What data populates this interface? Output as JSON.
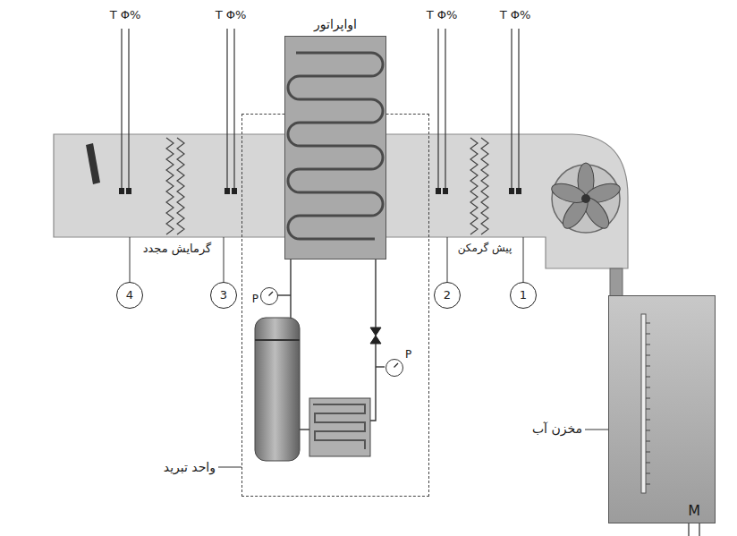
{
  "diagram": {
    "nodes": [
      {
        "text": [
          "واحد تبرید"
        ]
      },
      {
        "text": [
          "اواپراتور"
        ]
      },
      {
        "text": [
          "P"
        ],
        "in": 0
      },
      {
        "text": [
          "P"
        ],
        "in": 0
      },
      {
        "text": [
          "مخزن آب",
          "M"
        ]
      },
      {
        "text": [
          "4"
        ]
      },
      {
        "text": [
          "3"
        ]
      },
      {
        "text": [
          "2"
        ]
      },
      {
        "text": [
          "1"
        ]
      }
    ],
    "labels": [
      "T Φ%",
      "T Φ%",
      "T Φ%",
      "T Φ%",
      "گرمایش مجدد",
      "پیش گرمکن"
    ]
  }
}
